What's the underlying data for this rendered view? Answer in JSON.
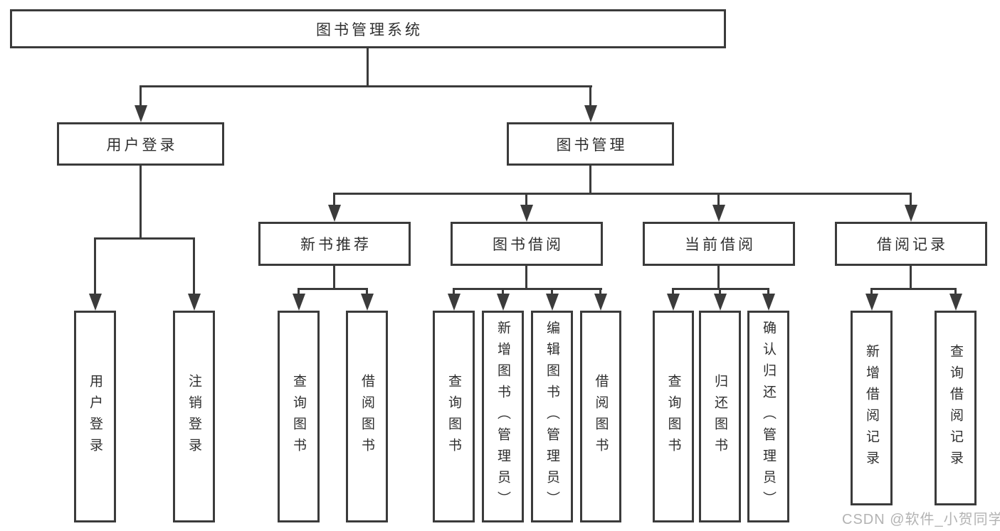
{
  "diagram": {
    "type": "tree",
    "orientation": "top-down"
  },
  "colors": {
    "line": "#3b3b3b",
    "text": "#2f2f2f",
    "watermark": "#b3b3b3",
    "background": "#ffffff"
  },
  "tree": {
    "root": {
      "label": "图书管理系统"
    },
    "children": [
      {
        "label": "用户登录",
        "children": [
          {
            "label": "用户登录"
          },
          {
            "label": "注销登录"
          }
        ]
      },
      {
        "label": "图书管理",
        "children": [
          {
            "label": "新书推荐",
            "children": [
              {
                "label": "查询图书"
              },
              {
                "label": "借阅图书"
              }
            ]
          },
          {
            "label": "图书借阅",
            "children": [
              {
                "label": "查询图书"
              },
              {
                "label": "新增图书（管理员）"
              },
              {
                "label": "编辑图书（管理员）"
              },
              {
                "label": "借阅图书"
              }
            ]
          },
          {
            "label": "当前借阅",
            "children": [
              {
                "label": "查询图书"
              },
              {
                "label": "归还图书"
              },
              {
                "label": "确认归还（管理员）"
              }
            ]
          },
          {
            "label": "借阅记录",
            "children": [
              {
                "label": "新增借阅记录"
              },
              {
                "label": "查询借阅记录"
              }
            ]
          }
        ]
      }
    ]
  },
  "watermark": {
    "text": "CSDN @软件_小贺同学"
  }
}
